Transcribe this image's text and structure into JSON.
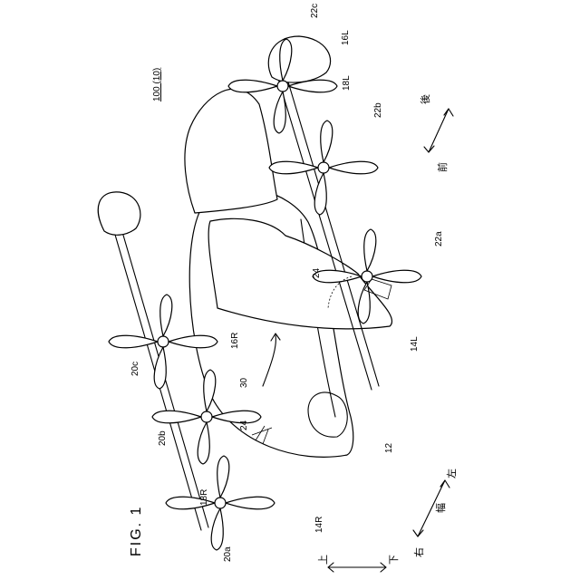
{
  "figure": {
    "title": "FIG. 1",
    "drawing_label": "100 (10)",
    "orientation": "rotated-90-ccw"
  },
  "reference_numerals": {
    "fuselage": "12",
    "left_wing": "14L",
    "right_wing": "14R",
    "left_boom_rear": "16L",
    "right_boom_rear": "16R",
    "left_boom_front": "18L",
    "right_boom_front": "18R",
    "left_rotor_front": "22a",
    "left_rotor_mid": "22b",
    "left_rotor_rear": "22c",
    "right_rotor_front": "20a",
    "right_rotor_mid": "20b",
    "right_rotor_rear": "20c",
    "arm_left": "24",
    "arm_right": "24",
    "rotation_arrow": "30"
  },
  "direction_labels": {
    "rear": "後",
    "front": "前",
    "left": "左",
    "width": "幅",
    "right": "右",
    "up": "上",
    "down": "下"
  }
}
